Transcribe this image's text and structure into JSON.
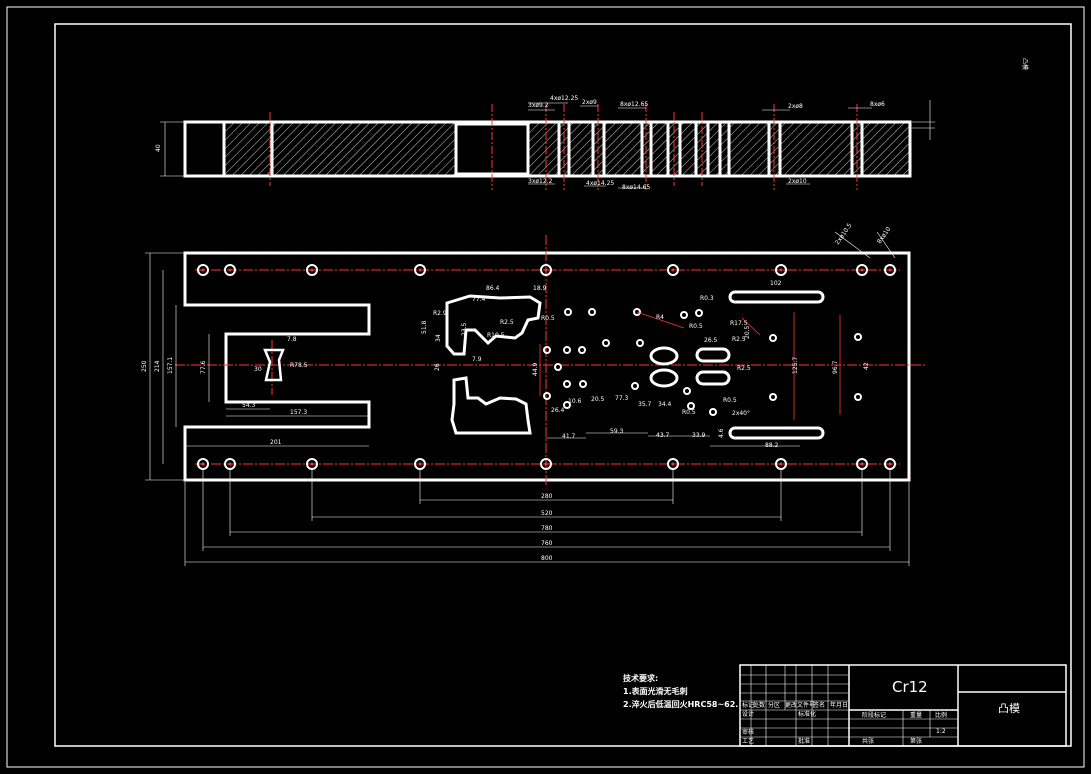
{
  "corner_label": "凸模",
  "material": "Cr12",
  "part_name": "凸模",
  "scale": "1:2",
  "tech_notes": {
    "title": "技术要求:",
    "items": [
      "1.表面光滑无毛刺",
      "2.淬火后低温回火HRC58~62."
    ]
  },
  "front_view": {
    "height_label": "40",
    "top_dims": [
      "4xø12.25",
      "3xø9.2",
      "2xø9",
      "8xø12.65",
      "2xø8",
      "8xø6"
    ],
    "bottom_dims": [
      "3xø12.2",
      "4xø14.25",
      "8xø14.65",
      "2xø10"
    ]
  },
  "plan_view": {
    "bottom_dims": [
      "280",
      "520",
      "780",
      "760",
      "800"
    ],
    "left_dims": [
      "250",
      "214",
      "157.1",
      "77.6"
    ],
    "slot_dims": [
      "54.3",
      "157.3",
      "201",
      "7.8",
      "R78.5",
      "30"
    ],
    "profile_dims": [
      "86.4",
      "77.4",
      "R0.5",
      "R2.9",
      "51.8",
      "R2.5",
      "23.5",
      "7.9",
      "34",
      "26",
      "R10.5",
      "18.9"
    ],
    "middle_dims": [
      "44.9",
      "26.4",
      "10.6",
      "20.5",
      "77.3",
      "35.7",
      "34.4",
      "41.7",
      "59.3",
      "43.7",
      "33.9",
      "26.5",
      "R4",
      "R0.5",
      "R0.5"
    ],
    "right_dims": [
      "R0.3",
      "102",
      "R17.5",
      "20.5",
      "R2.5",
      "125.7",
      "96.7",
      "R0.5",
      "88.2",
      "42",
      "4.6",
      "R2.5",
      "2x40°"
    ],
    "right_corner_labels": [
      "2xø10.5",
      "8xø10"
    ]
  },
  "title_block": {
    "cells": [
      "标记",
      "处数",
      "分区",
      "更改文件号",
      "签名",
      "年月日",
      "设计",
      "标准化",
      "审核",
      "工艺",
      "批准",
      "阶段标记",
      "重量",
      "比例",
      "共张",
      "第张"
    ]
  }
}
